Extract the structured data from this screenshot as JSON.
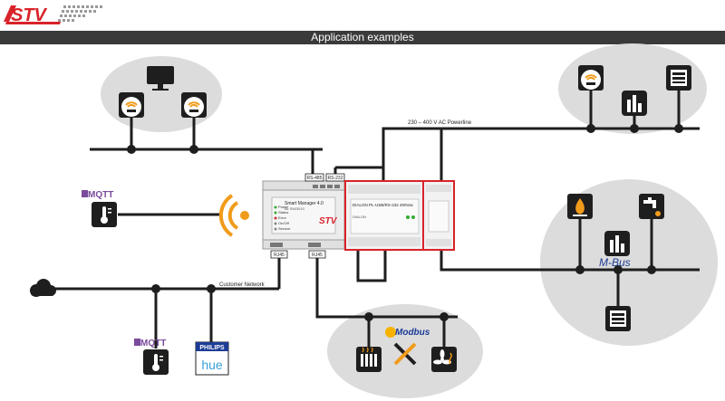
{
  "brand": {
    "name": "STV"
  },
  "header": {
    "title": "Application examples"
  },
  "labels": {
    "powerline": "230 – 400 V AC Powerline",
    "customer_network": "Customer Network",
    "rs485": "RS-485",
    "rs232": "RS-232",
    "rj45_a": "RJ45",
    "rj45_b": "RJ45",
    "mqtt_1": "MQTT",
    "mqtt_2": "MQTT",
    "philips": "PHILIPS",
    "hue": "hue",
    "modbus": "Modbus",
    "mbus": "M-Bus",
    "device_name": "Smart Manager 4.0",
    "device_sub": "for SM/3010",
    "leds": [
      "Power",
      "Status",
      "Error",
      "On/Off",
      "Service"
    ],
    "module_title": "DIALON PL-USB/RS-232 400Vac",
    "module_sub": "DIALON"
  },
  "colors": {
    "brand_red": "#d8232a",
    "line": "#1e1e1e",
    "cloud": "#dcdcdc",
    "header_bar": "#3a3a3a",
    "wifi": "#f19b1a",
    "mbus_blue": "#1c3c96"
  }
}
